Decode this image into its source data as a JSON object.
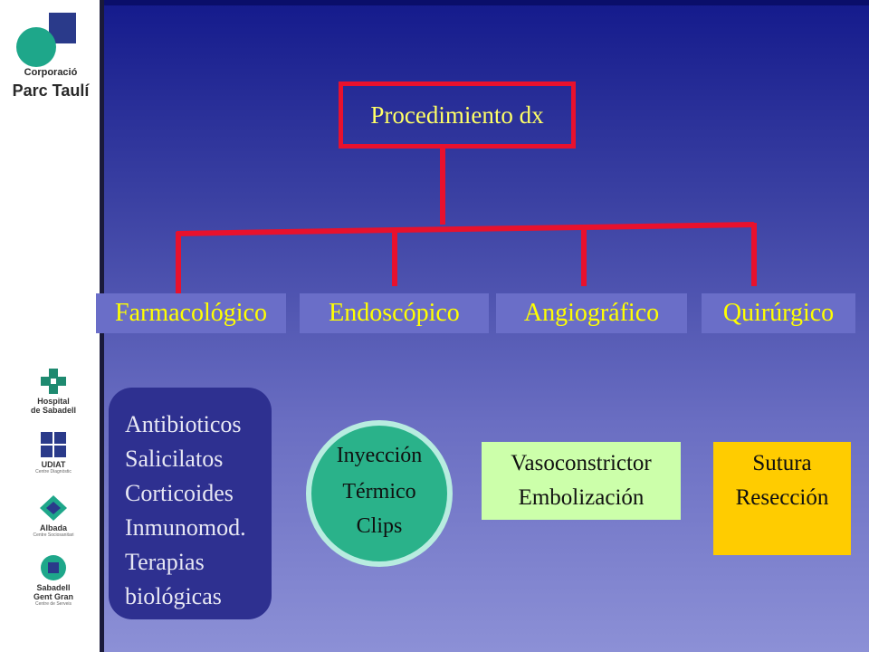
{
  "sidebar": {
    "logo_line1": "Corporació",
    "logo_line2": "Parc Taulí",
    "institutions": [
      {
        "name_line1": "Hospital",
        "name_line2": "de Sabadell",
        "sub": ""
      },
      {
        "name_line1": "UDIAT",
        "name_line2": "",
        "sub": "Centre Diagnòstic"
      },
      {
        "name_line1": "Albada",
        "name_line2": "",
        "sub": "Centre Sociosanitari"
      },
      {
        "name_line1": "Sabadell",
        "name_line2": "Gent Gran",
        "sub": "Centre de Serveis"
      }
    ]
  },
  "diagram": {
    "root": "Procedimiento dx",
    "branches": [
      "Farmacológico",
      "Endoscópico",
      "Angiográfico",
      "Quirúrgico"
    ],
    "farmacologico_items": [
      "Antibioticos",
      "Salicilatos",
      "Corticoides",
      "Inmunomod.",
      "Terapias",
      "biológicas"
    ],
    "endoscopico_items": [
      "Inyección",
      "Térmico",
      "Clips"
    ],
    "angiografico_items": [
      "Vasoconstrictor",
      "Embolización"
    ],
    "quirurgico_items": [
      "Sutura",
      "Resección"
    ]
  },
  "colors": {
    "connector": "#e8112d",
    "branch_text": "#ffff00",
    "root_text": "#ffff66"
  }
}
